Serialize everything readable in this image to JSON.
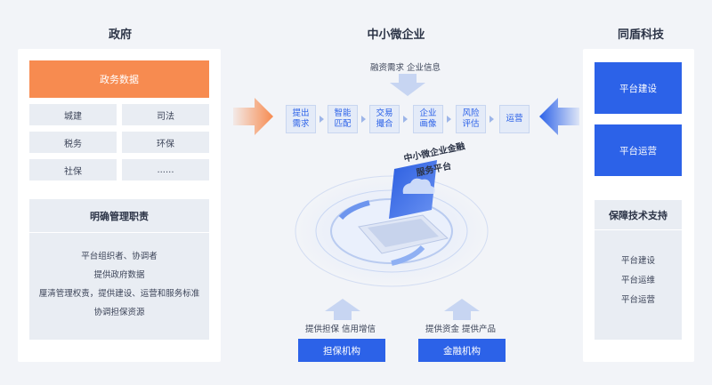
{
  "columns": {
    "government": "政府",
    "sme": "中小微企业",
    "tongdun": "同盾科技"
  },
  "government": {
    "gov_data_label": "政务数据",
    "cells": [
      "城建",
      "司法",
      "税务",
      "环保",
      "社保",
      "......"
    ],
    "duties": {
      "title": "明确管理职责",
      "items": [
        "平台组织者、协调者",
        "提供政府数据",
        "厘清管理权责，提供建设、运营和服务标准",
        "协调担保资源"
      ]
    }
  },
  "center": {
    "top_label": "融资需求   企业信息",
    "steps": [
      "提出\n需求",
      "智能\n匹配",
      "交易\n撮合",
      "企业\n画像",
      "风险\n评估",
      "运营"
    ],
    "platform_label": [
      "中小微企业金融",
      "服务平台"
    ],
    "bottom_left_label": "提供担保   信用增信",
    "bottom_right_label": "提供资金   提供产品",
    "guarantee_button": "担保机构",
    "finance_button": "金融机构"
  },
  "tongdun": {
    "build_button": "平台建设",
    "operate_button": "平台运营",
    "support": {
      "title": "保障技术支持",
      "items": [
        "平台建设",
        "平台运维",
        "平台运营"
      ]
    }
  },
  "colors": {
    "orange": "#f78b50",
    "blue": "#2c62e8",
    "step_text": "#2c62e8",
    "background": "#f2f4f8"
  },
  "icons": [
    "orange-arrow-right-icon",
    "blue-arrow-left-icon",
    "arrow-down-icon",
    "arrow-up-icon",
    "laptop-cloud-icon"
  ]
}
